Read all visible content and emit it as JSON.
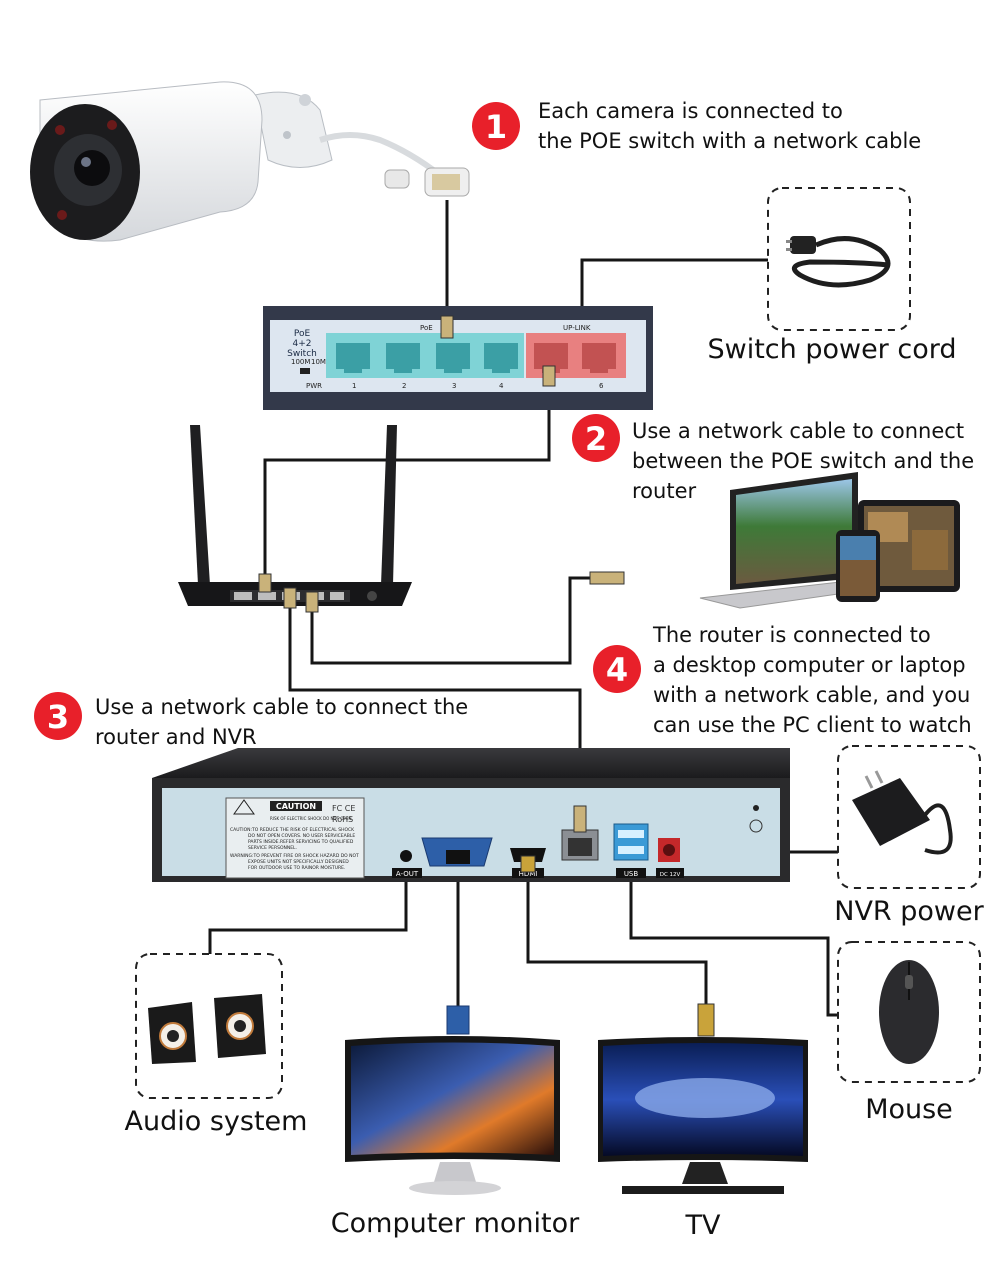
{
  "steps": [
    {
      "number": "1",
      "lines": [
        "Each camera is connected to",
        "the POE switch with a network cable"
      ]
    },
    {
      "number": "2",
      "lines": [
        "Use a network cable to connect",
        "between the POE switch and the",
        "router"
      ]
    },
    {
      "number": "3",
      "lines": [
        "Use a network cable to connect the",
        "router and NVR"
      ]
    },
    {
      "number": "4",
      "lines": [
        "The router is connected to",
        "a desktop computer or laptop",
        "with a network cable, and you",
        "can use the PC client to watch"
      ]
    }
  ],
  "captions": {
    "switch_power": "Switch power cord",
    "nvr_power": "NVR power",
    "audio": "Audio system",
    "mouse": "Mouse",
    "monitor": "Computer monitor",
    "tv": "TV"
  },
  "switch": {
    "title_line1": "PoE",
    "title_line2": "4+2",
    "title_line3": "Switch",
    "speed_left": "100M",
    "speed_right": "10M",
    "pwr": "PWR",
    "group_poe": "PoE",
    "group_uplink": "UP-LINK",
    "ports": [
      "1",
      "2",
      "3",
      "4",
      "6"
    ]
  },
  "nvr": {
    "caution_title": "CAUTION",
    "caution_sub": "RISK OF ELECTRIC SHOCK DO NOT OPEN",
    "cert": "FC CE",
    "rohs": "RoHS",
    "warn_lines": [
      "CAUTION:TO REDUCE THE RISK OF ELECTRICAL SHOCK",
      "DO NOT OPEN COVERS. NO USER SERVICEABLE",
      "PARTS INSIDE.REFER SERVICING TO QUALIFIED",
      "SERVICE PERSONNEL.",
      "WARNING:TO PREVENT FIRE OR SHOCK HAZARD DO NOT",
      "EXPOSE UNITS NOT SPECIFICALLY DESIGNED",
      "FOR OUTDOOR USE TO RAINOR MOISTURE."
    ],
    "port_aout": "A-OUT",
    "port_hdmi": "HDMI",
    "port_usb": "USB",
    "port_dc": "DC 12V"
  },
  "colors": {
    "badge_red": "#e8202a",
    "poe_port": "#7fd3d6",
    "uplink_port": "#e88080",
    "switch_body": "#33394a",
    "nvr_panel": "#c9dde6",
    "nvr_body": "#2a2a2c"
  },
  "icons": [
    "camera",
    "poe-switch",
    "power-cord",
    "router",
    "laptop",
    "tablet",
    "phone",
    "nvr",
    "power-adapter",
    "speakers",
    "mouse",
    "computer-monitor",
    "tv"
  ]
}
